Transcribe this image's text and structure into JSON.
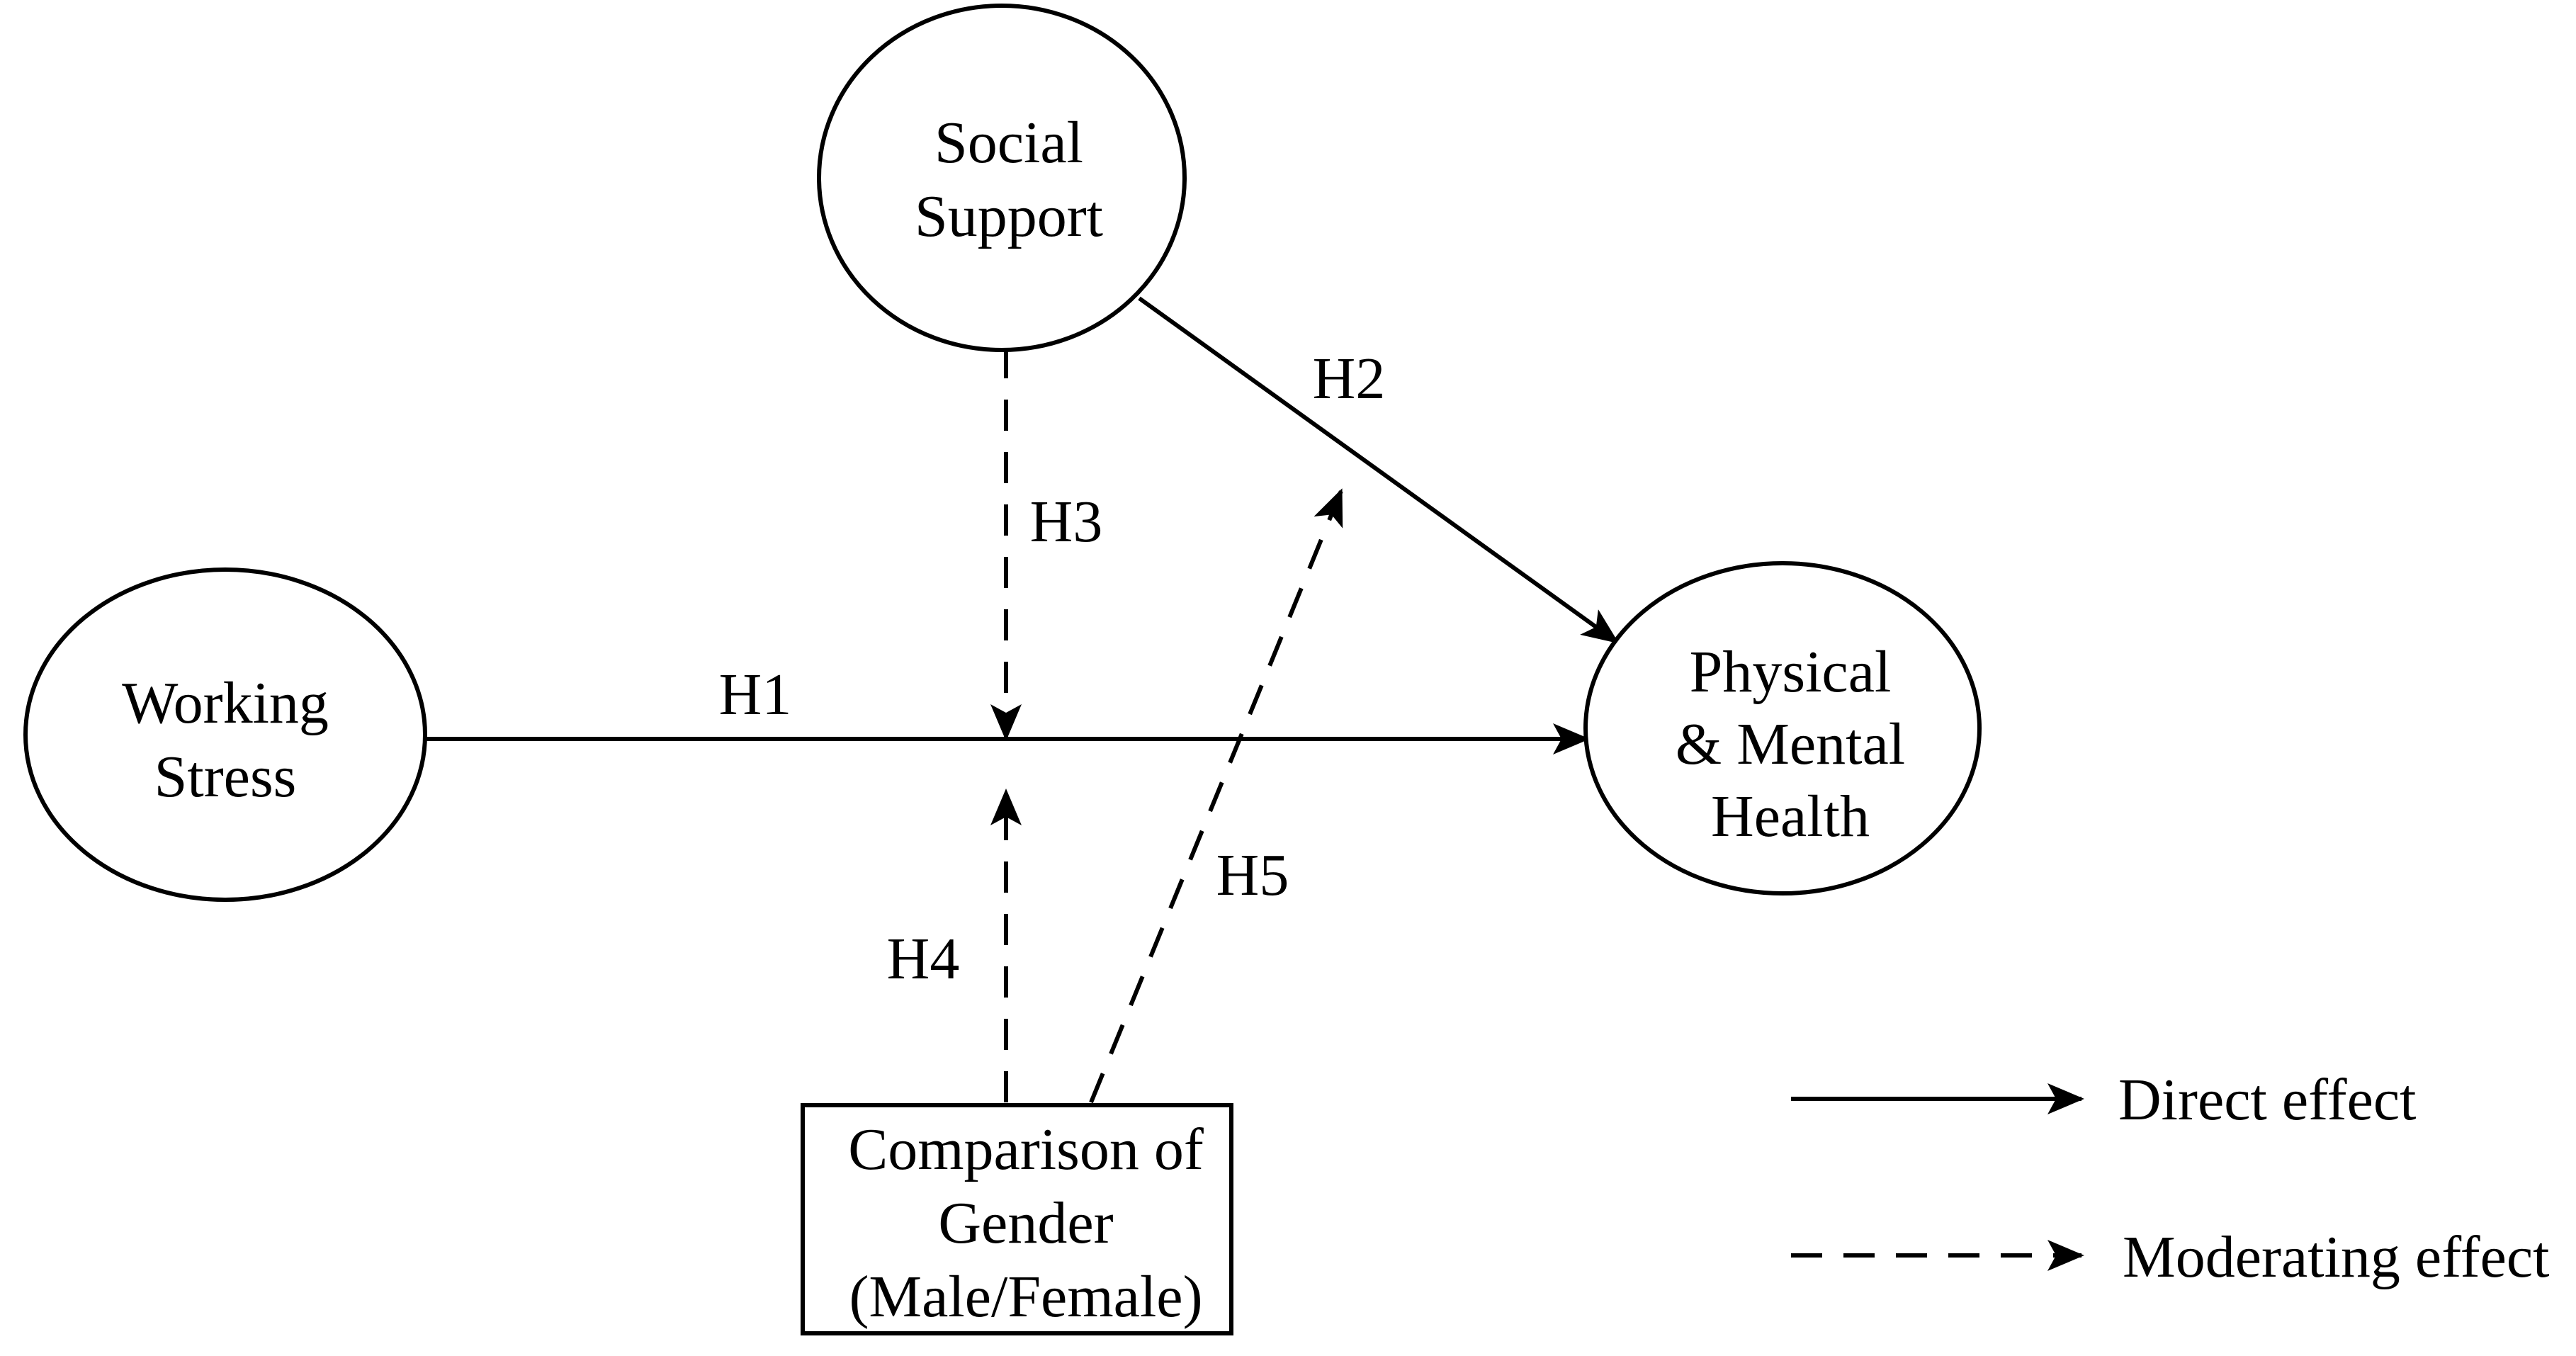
{
  "nodes": {
    "social_support": {
      "lines": [
        "Social",
        "Support"
      ]
    },
    "working_stress": {
      "lines": [
        "Working",
        "Stress"
      ]
    },
    "health": {
      "lines": [
        "Physical",
        "& Mental",
        "Health"
      ]
    },
    "gender": {
      "lines": [
        "Comparison of",
        "Gender",
        "(Male/Female)"
      ]
    }
  },
  "edges": {
    "h1": {
      "label": "H1",
      "style": "solid",
      "from": "Working Stress",
      "to": "Physical & Mental Health"
    },
    "h2": {
      "label": "H2",
      "style": "solid",
      "from": "Social Support",
      "to": "Physical & Mental Health"
    },
    "h3": {
      "label": "H3",
      "style": "dashed",
      "from": "Social Support",
      "to": "H1 path"
    },
    "h4": {
      "label": "H4",
      "style": "dashed",
      "from": "Comparison of Gender",
      "to": "H1 path"
    },
    "h5": {
      "label": "H5",
      "style": "dashed",
      "from": "Comparison of Gender",
      "to": "H2 path"
    }
  },
  "legend": {
    "direct": "Direct effect",
    "moderating": "Moderating effect"
  },
  "colors": {
    "stroke": "#000000",
    "background": "#ffffff"
  }
}
